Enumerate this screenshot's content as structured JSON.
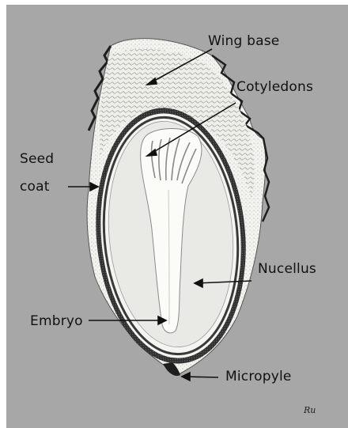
{
  "diagram": {
    "labels": {
      "wing_base": "Wing base",
      "cotyledons": "Cotyledons",
      "seed_coat_line1": "Seed",
      "seed_coat_line2": "coat",
      "nucellus": "Nucellus",
      "embryo": "Embryo",
      "micropyle": "Micropyle"
    },
    "signature": "Ru"
  },
  "colors": {
    "background": "#a7a7a7",
    "seed_coat": "#f2f2ee",
    "dark_layer": "#2a2a2a",
    "nucellus": "#e8e8e4",
    "embryo": "#fbfbf8",
    "text": "#111111"
  }
}
